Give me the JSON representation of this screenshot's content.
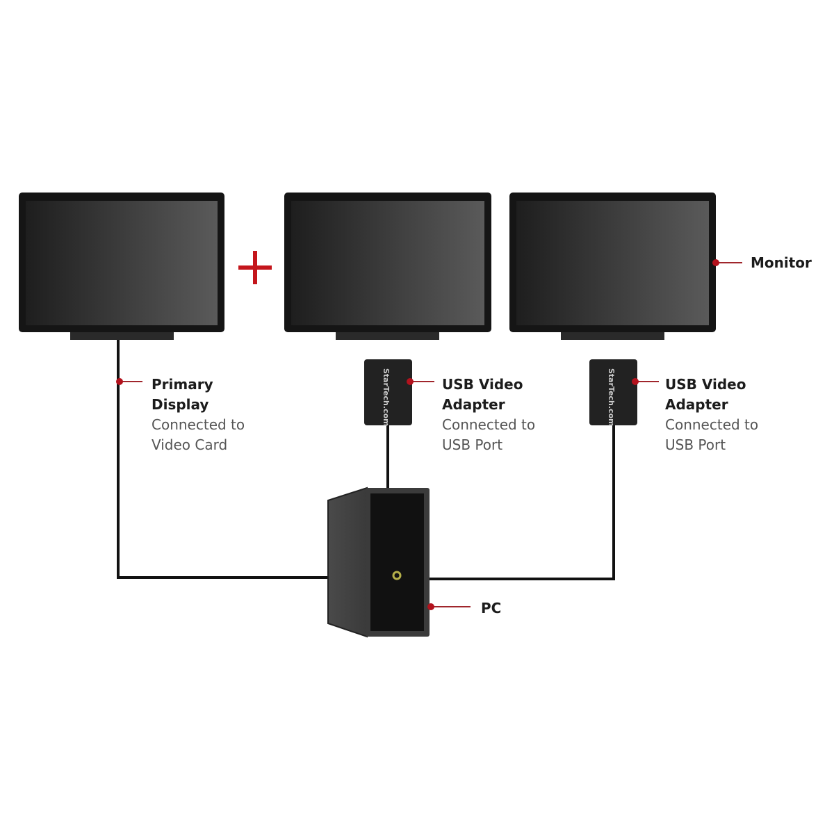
{
  "colors": {
    "accent": "#c4161c",
    "leader": "#a0262c",
    "device": "#1a1a1a"
  },
  "icons": {
    "plus": "plus-icon"
  },
  "labels": {
    "primary": {
      "title1": "Primary",
      "title2": "Display",
      "desc1": "Connected to",
      "desc2": "Video Card"
    },
    "adapter1": {
      "title1": "USB Video",
      "title2": "Adapter",
      "desc1": "Connected to",
      "desc2": "USB Port"
    },
    "adapter2": {
      "title1": "USB Video",
      "title2": "Adapter",
      "desc1": "Connected to",
      "desc2": "USB Port"
    },
    "monitor": "Monitor",
    "pc": "PC"
  },
  "adapter_logo": "StarTech.com"
}
